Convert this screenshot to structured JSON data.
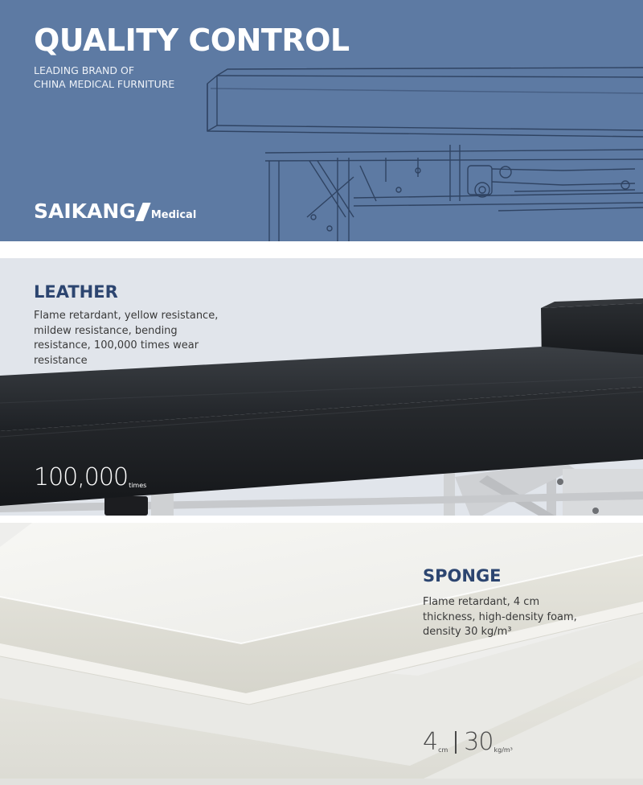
{
  "banner": {
    "title": "QUALITY CONTROL",
    "subtitle_lines": [
      "LEADING BRAND OF",
      "CHINA MEDICAL FURNITURE"
    ],
    "brand_name": "SAIKANG",
    "brand_sub": "Medical",
    "background_color": "#5d7aa3"
  },
  "leather": {
    "heading": "LEATHER",
    "description_lines": [
      "Flame retardant, yellow resistance,",
      "mildew resistance, bending",
      "resistance, 100,000 times wear",
      "resistance"
    ],
    "stat_value": "100,000",
    "stat_unit": "times"
  },
  "sponge": {
    "heading": "SPONGE",
    "description_lines": [
      "Flame retardant, 4 cm",
      "thickness, high-density foam,",
      "density 30 kg/m³"
    ],
    "thickness_value": "4",
    "thickness_unit": "cm",
    "density_value": "30",
    "density_unit": "kg/m³"
  },
  "colors": {
    "heading": "#2c4570",
    "banner": "#5d7aa3",
    "leather_bg": "#e1e5eb",
    "sponge_bg": "#f2f2f0"
  }
}
